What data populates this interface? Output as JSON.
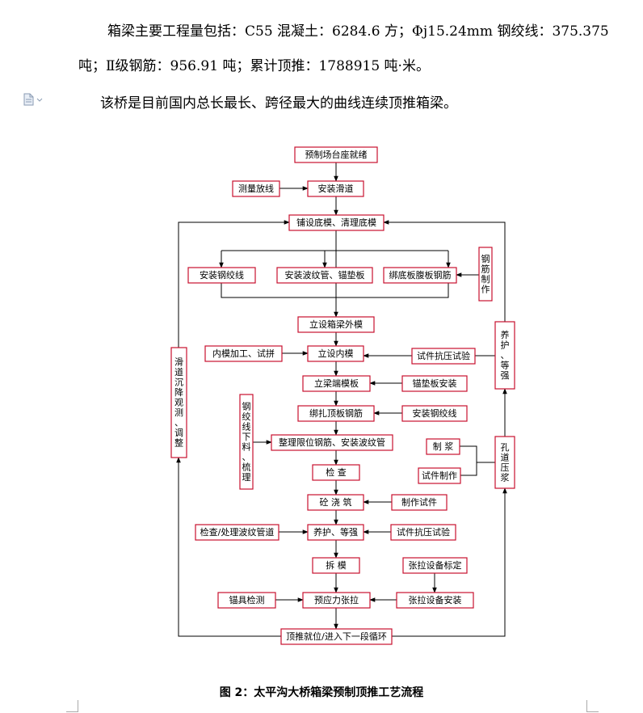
{
  "paragraphs": [
    "箱梁主要工程量包括：C55 混凝土：6284.6 方；Φj15.24mm 钢绞线：375.375",
    "吨；Ⅱ级钢筋：956.91 吨；累计顶推：1788915 吨·米。",
    "该桥是目前国内总长最长、跨径最大的曲线连续顶推箱梁。"
  ],
  "caption": "图 2：太平沟大桥箱梁预制顶推工艺流程",
  "colors": {
    "box_border": "#c8102e"
  },
  "nodes": {
    "n1": "预制场台座就绪",
    "n2": "安装滑道",
    "n2l": "测量放线",
    "n3": "铺设底模、清理底模",
    "n4a": "安装钢绞线",
    "n4b": "安装波纹管、锚垫板",
    "n4c": "绑底板腹板钢筋",
    "rebar": "钢筋制作",
    "n5": "立设箱梁外模",
    "n6": "立设内模",
    "n6l": "内模加工、试拼",
    "n6r": "试件抗压试验",
    "n7": "立梁端模板",
    "n7r": "锚垫板安装",
    "n8": "绑扎顶板钢筋",
    "n8r": "安装钢绞线",
    "strand_prep": "钢绞线下料、梳理",
    "n9": "整理限位钢筋、安装波纹管",
    "slurry": "制 浆",
    "specimen": "试件制作",
    "n10": "检 查",
    "n11": "砼 浇 筑",
    "n11r": "制作试件",
    "n12": "养护、等强",
    "n12l": "检查/处理波纹管道",
    "n12r": "试件抗压试验",
    "n13": "拆 模",
    "calib": "张拉设备标定",
    "n14": "预应力张拉",
    "n14l": "锚具检测",
    "n14r": "张拉设备安装",
    "n15": "顶推就位/进入下一段循环",
    "left_v": "滑道沉降观测、调整",
    "cure_v": "养护、等强",
    "grout_v": "孔道压浆"
  }
}
